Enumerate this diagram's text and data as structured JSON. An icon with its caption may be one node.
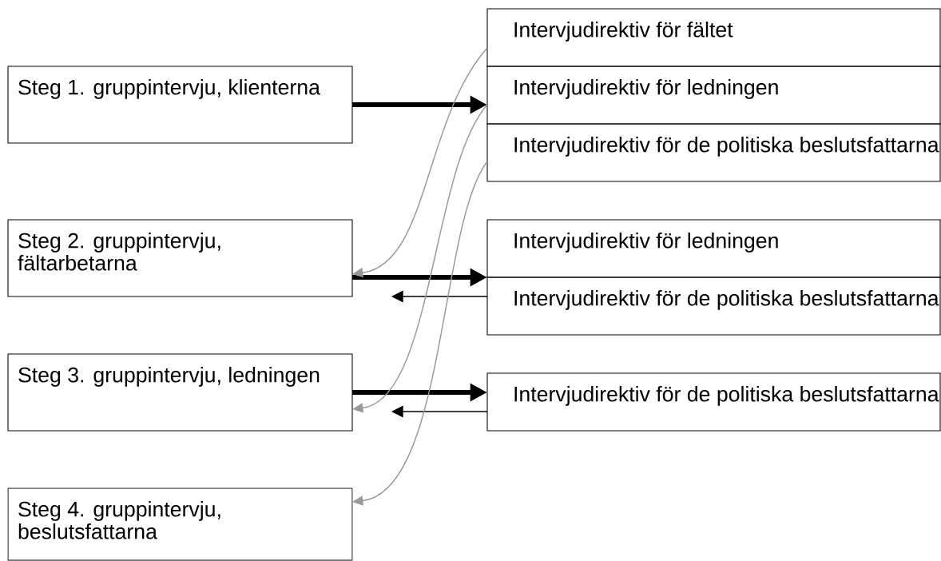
{
  "diagram": {
    "nodes": [
      {
        "text": [
          "Steg 1. gruppintervju, klienterna"
        ]
      },
      {
        "text": [
          "Steg 2. gruppintervju, fältarbetarna"
        ]
      },
      {
        "text": [
          "Steg 3. gruppintervju, ledningen"
        ]
      },
      {
        "text": [
          "Steg 4. gruppintervju, beslutsfattarna"
        ]
      },
      {
        "text": [
          "Intervjudirektiv för fältet"
        ]
      },
      {
        "text": [
          "Intervjudirektiv för ledningen"
        ]
      },
      {
        "text": [
          "Intervjudirektiv för de politiska beslutsfattarna"
        ]
      },
      {
        "text": [
          "Intervjudirektiv för ledningen"
        ]
      },
      {
        "text": [
          "Intervjudirektiv för de politiska beslutsfattarna"
        ]
      },
      {
        "text": [
          "Intervjudirektiv för de politiska beslutsfattarna"
        ]
      }
    ],
    "edges": [
      {
        "from": 0,
        "to": 5,
        "arrow": "to",
        "style": "thick"
      },
      {
        "from": 1,
        "to": 7,
        "arrow": "to",
        "style": "thick"
      },
      {
        "from": 8,
        "to": null,
        "arrow": "to"
      },
      {
        "from": 2,
        "to": 9,
        "arrow": "to",
        "style": "thick"
      },
      {
        "from": 9,
        "to": null,
        "arrow": "to"
      },
      {
        "from": 4,
        "to": 1,
        "arrow": "to",
        "color": "#999999"
      },
      {
        "from": 5,
        "to": 2,
        "arrow": "to",
        "color": "#999999"
      },
      {
        "from": 6,
        "to": 3,
        "arrow": "to",
        "color": "#999999"
      }
    ]
  }
}
